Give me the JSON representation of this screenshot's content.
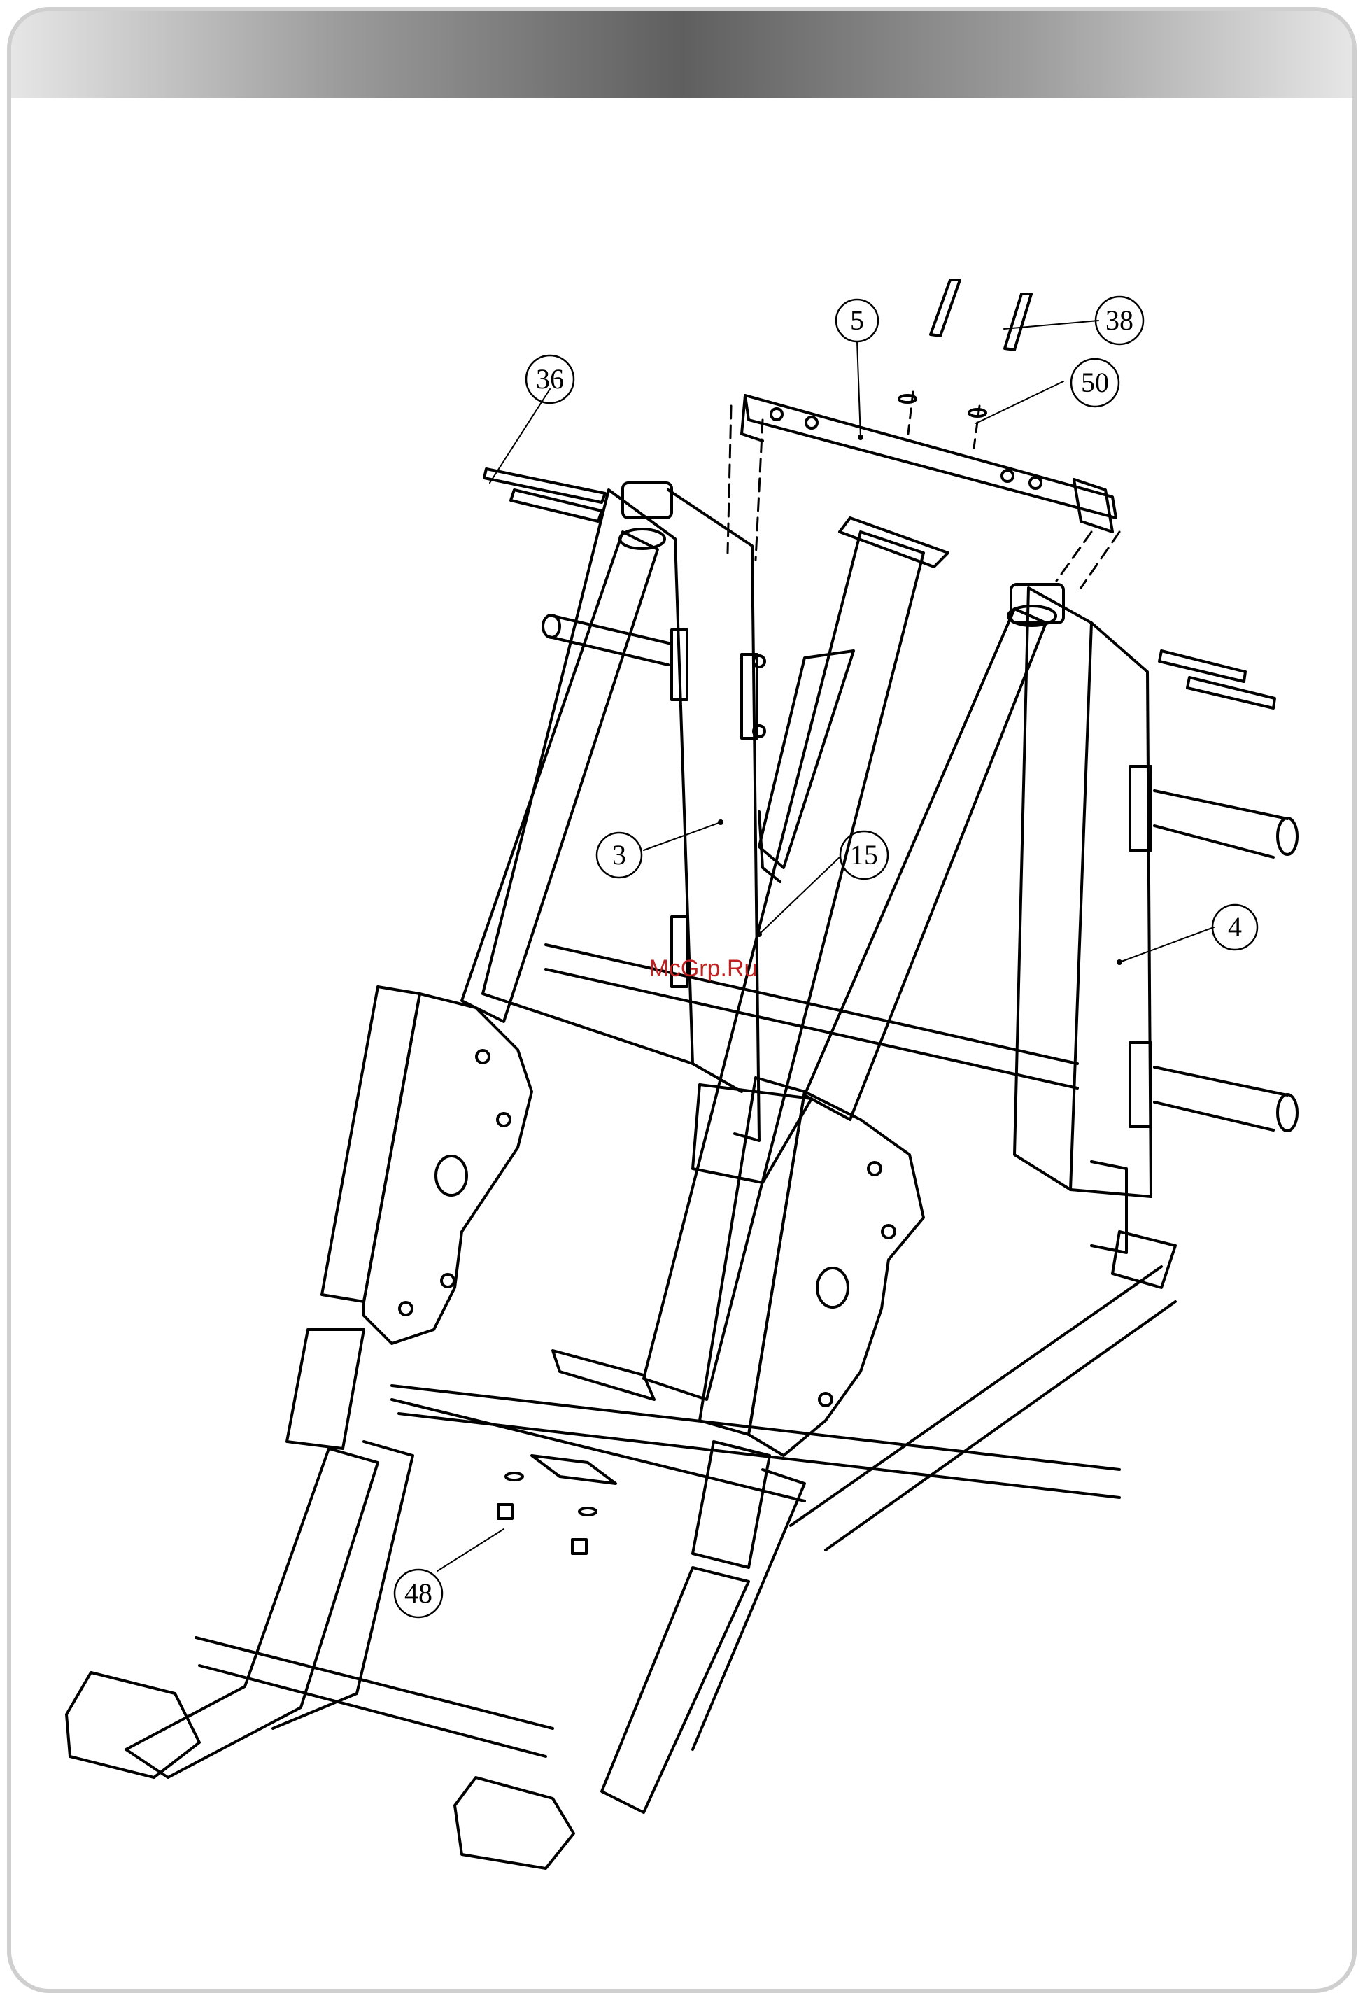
{
  "callouts": {
    "c36": "36",
    "c5": "5",
    "c38": "38",
    "c50": "50",
    "c3": "3",
    "c15": "15",
    "c4": "4",
    "c48": "48"
  },
  "watermark": "McGrp.Ru",
  "colors": {
    "line": "#000000",
    "header_dark": "#5f5f5f",
    "header_light": "#e6e6e6",
    "watermark": "#c02020",
    "frame": "#cfcfcf"
  }
}
